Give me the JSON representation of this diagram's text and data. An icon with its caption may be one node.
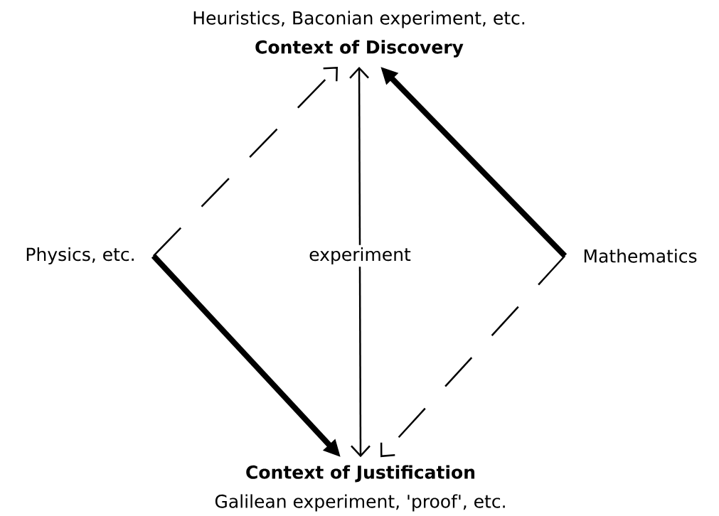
{
  "diagram": {
    "nodes": [
      {
        "text": [
          "Heuristics, Baconian experiment, etc.",
          "Context of Discovery"
        ]
      },
      {
        "text": [
          "Physics, etc."
        ]
      },
      {
        "text": [
          "experiment"
        ]
      },
      {
        "text": [
          "Mathematics"
        ]
      },
      {
        "text": [
          "Context of Justification",
          "Galilean experiment, 'proof', etc."
        ]
      }
    ],
    "edges": [
      {
        "from": 1,
        "to": 0,
        "arrow": "to",
        "style": "dashed"
      },
      {
        "from": 2,
        "to": 0,
        "arrow": "to"
      },
      {
        "from": 3,
        "to": 0,
        "arrow": "to",
        "style": "thick"
      },
      {
        "from": 1,
        "to": 4,
        "arrow": "to",
        "style": "thick"
      },
      {
        "from": 2,
        "to": 4,
        "arrow": "to"
      },
      {
        "from": 3,
        "to": 4,
        "arrow": "to",
        "style": "dashed"
      }
    ]
  }
}
